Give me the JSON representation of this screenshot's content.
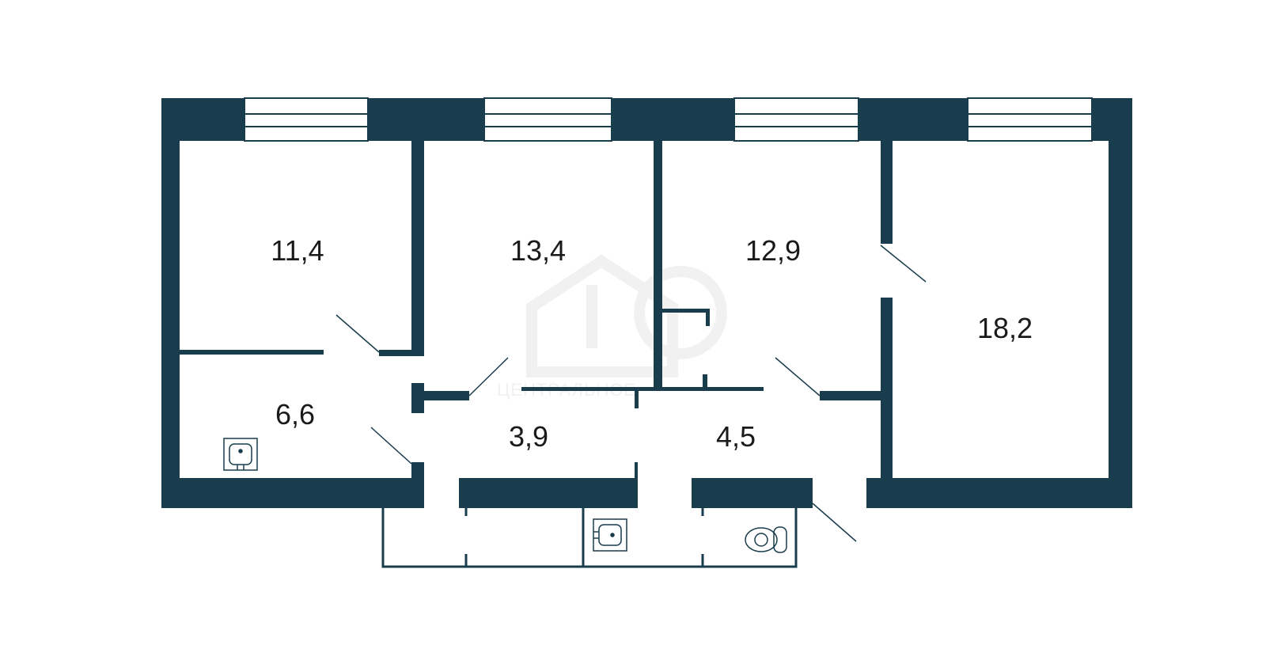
{
  "plan": {
    "wall_color": "#193d4d",
    "background_color": "#ffffff",
    "watermark_color": "#f1f1f1",
    "rooms": [
      {
        "id": "room-1",
        "area": "11,4"
      },
      {
        "id": "room-2",
        "area": "13,4"
      },
      {
        "id": "room-3",
        "area": "12,9"
      },
      {
        "id": "room-4",
        "area": "18,2"
      },
      {
        "id": "kitchen",
        "area": "6,6"
      },
      {
        "id": "hall-1",
        "area": "3,9"
      },
      {
        "id": "hall-2",
        "area": "4,5"
      }
    ],
    "fixtures": [
      "sink-icon",
      "sink-icon",
      "toilet-icon"
    ],
    "watermark": {
      "logo": "building-logo-icon",
      "text": "ЦЕНТРАЛЬНОЕ"
    }
  }
}
